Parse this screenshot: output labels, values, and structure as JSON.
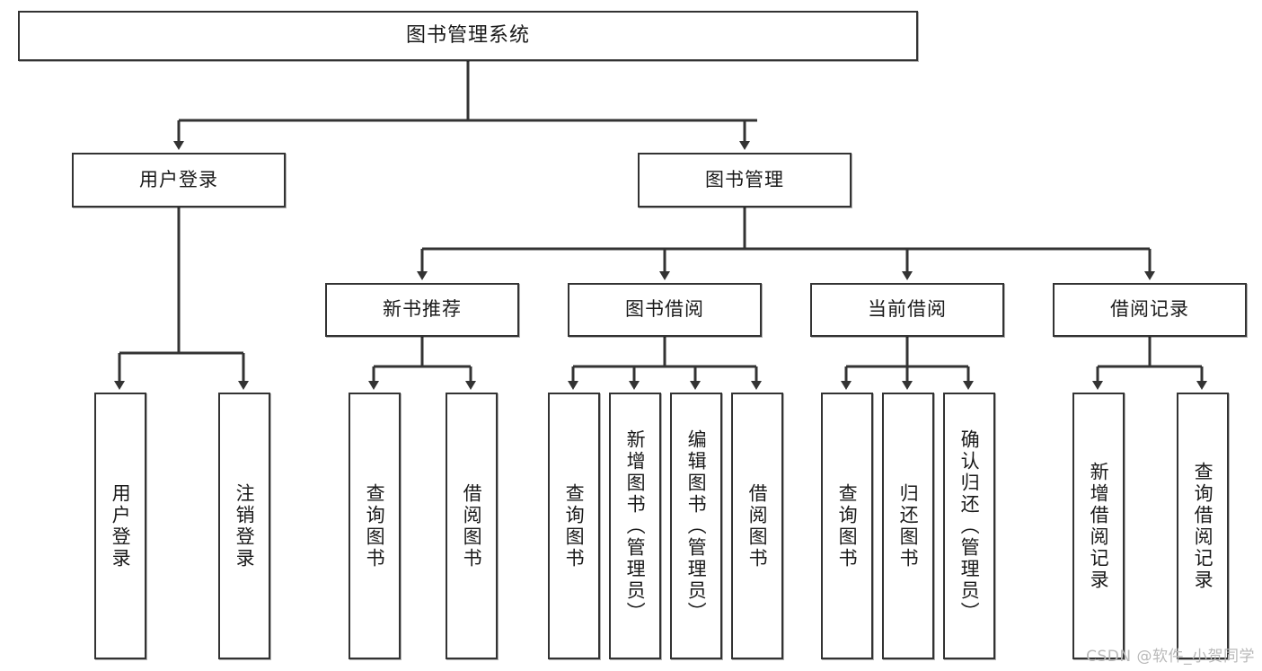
{
  "diagram": {
    "type": "tree-hierarchy",
    "title": "图书管理系统",
    "root": {
      "label": "图书管理系统"
    },
    "level2": [
      {
        "label": "用户登录"
      },
      {
        "label": "图书管理"
      }
    ],
    "level3": [
      {
        "label": "新书推荐"
      },
      {
        "label": "图书借阅"
      },
      {
        "label": "当前借阅"
      },
      {
        "label": "借阅记录"
      }
    ],
    "leaves_user_login": [
      {
        "label": "用户登录"
      },
      {
        "label": "注销登录"
      }
    ],
    "leaves_new_books": [
      {
        "label": "查询图书"
      },
      {
        "label": "借阅图书"
      }
    ],
    "leaves_book_borrow": [
      {
        "label": "查询图书"
      },
      {
        "label": "新增图书（管理员）"
      },
      {
        "label": "编辑图书（管理员）"
      },
      {
        "label": "借阅图书"
      }
    ],
    "leaves_current_borrow": [
      {
        "label": "查询图书"
      },
      {
        "label": "归还图书"
      },
      {
        "label": "确认归还（管理员）"
      }
    ],
    "leaves_borrow_records": [
      {
        "label": "新增借阅记录"
      },
      {
        "label": "查询借阅记录"
      }
    ]
  },
  "watermark": {
    "text": "CSDN @软件_小贺同学"
  },
  "colors": {
    "border": "#333333",
    "background": "#ffffff",
    "text": "#1a1a1a",
    "connector": "#333333",
    "watermark": "#b9b9b9"
  }
}
